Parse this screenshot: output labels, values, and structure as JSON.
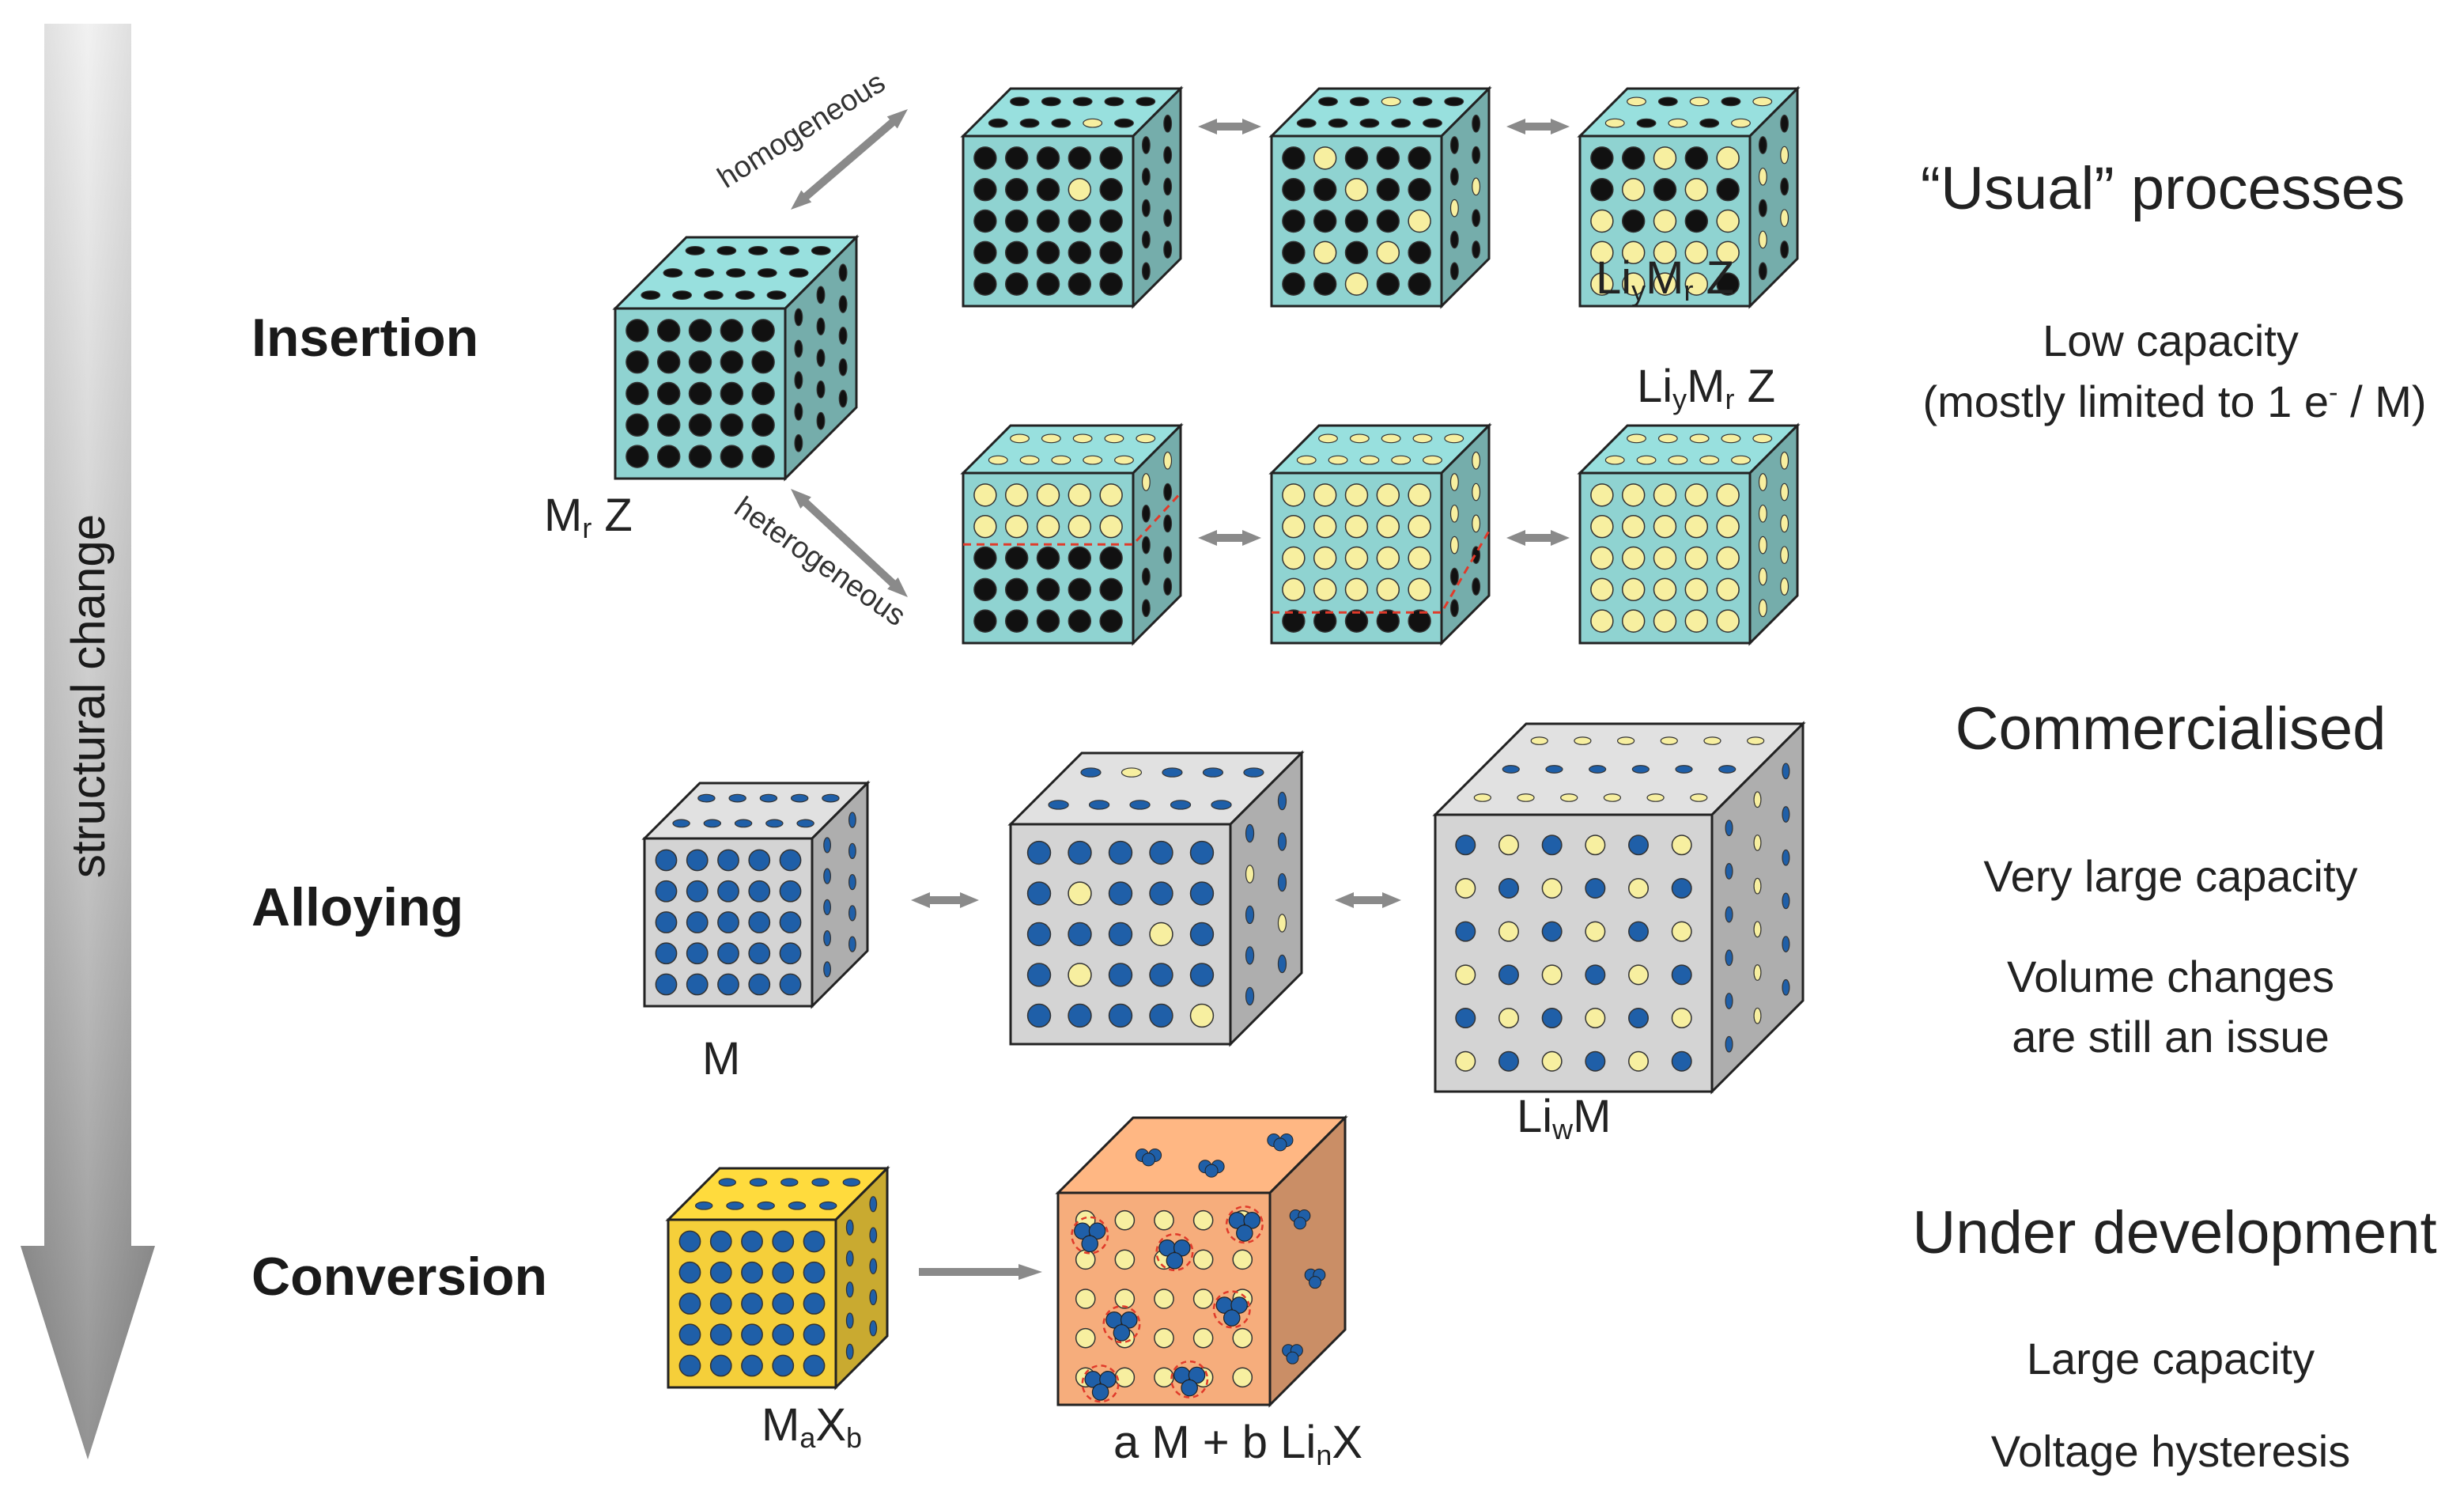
{
  "arrow": {
    "label": "structural change"
  },
  "mechanisms": {
    "insertion": "Insertion",
    "alloying": "Alloying",
    "conversion": "Conversion"
  },
  "pathways": {
    "homogeneous": "homogeneous",
    "heterogeneous": "heterogeneous"
  },
  "formulas": {
    "insertion_start": {
      "a": "M",
      "a_sub": "r",
      "b": " Z"
    },
    "insertion_homogeneous_end": {
      "a": "Li",
      "a_sub": "y",
      "b": "M",
      "b_sub": "r",
      "c": " Z"
    },
    "insertion_heterogeneous_end": {
      "a": "Li",
      "a_sub": "y",
      "b": "M",
      "b_sub": "r",
      "c": " Z"
    },
    "alloying_start": {
      "a": "M"
    },
    "alloying_end": {
      "a": "Li",
      "a_sub": "w",
      "b": "M"
    },
    "conversion_start": {
      "a": "M",
      "a_sub": "a",
      "b": "X",
      "b_sub": "b"
    },
    "conversion_end": {
      "a": "a M + b Li",
      "a_sub": "n",
      "b": "X"
    }
  },
  "descriptions": {
    "insertion": {
      "status": "“Usual” processes",
      "line1": "Low capacity",
      "line2_prefix": "(mostly limited to 1 e",
      "line2_sup": "-",
      "line2_suffix": " / M)"
    },
    "alloying": {
      "status": "Commercialised",
      "line1": "Very large capacity",
      "line2": "Volume changes",
      "line3": "are still an issue"
    },
    "conversion": {
      "status": "Under development",
      "line1": "Large capacity",
      "line2": "Voltage hysteresis"
    }
  },
  "colors": {
    "host_insertion": "#8fd3d1",
    "host_alloying": "#d4d4d4",
    "host_conversion_start": "#f5cf3a",
    "host_conversion_end": "#f6ad7c",
    "atom_black": "#111111",
    "atom_lithium": "#f7efa0",
    "atom_blue": "#1f5fa8",
    "interface_dashed": "#e03a2a",
    "arrow_gray": "#8a8a8a"
  }
}
